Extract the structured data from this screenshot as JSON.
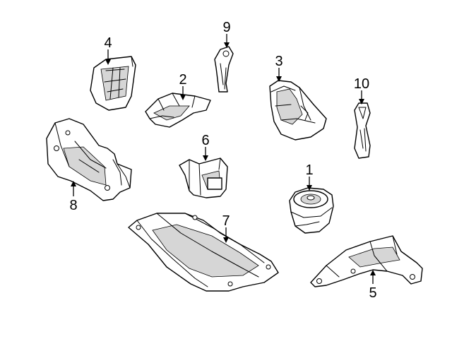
{
  "diagram": {
    "callouts": [
      {
        "id": "1",
        "label": "1"
      },
      {
        "id": "2",
        "label": "2"
      },
      {
        "id": "3",
        "label": "3"
      },
      {
        "id": "4",
        "label": "4"
      },
      {
        "id": "5",
        "label": "5"
      },
      {
        "id": "6",
        "label": "6"
      },
      {
        "id": "7",
        "label": "7"
      },
      {
        "id": "8",
        "label": "8"
      },
      {
        "id": "9",
        "label": "9"
      },
      {
        "id": "10",
        "label": "10"
      }
    ],
    "colors": {
      "line": "#000000",
      "shade": "#d6d6d6",
      "background": "#ffffff"
    }
  }
}
